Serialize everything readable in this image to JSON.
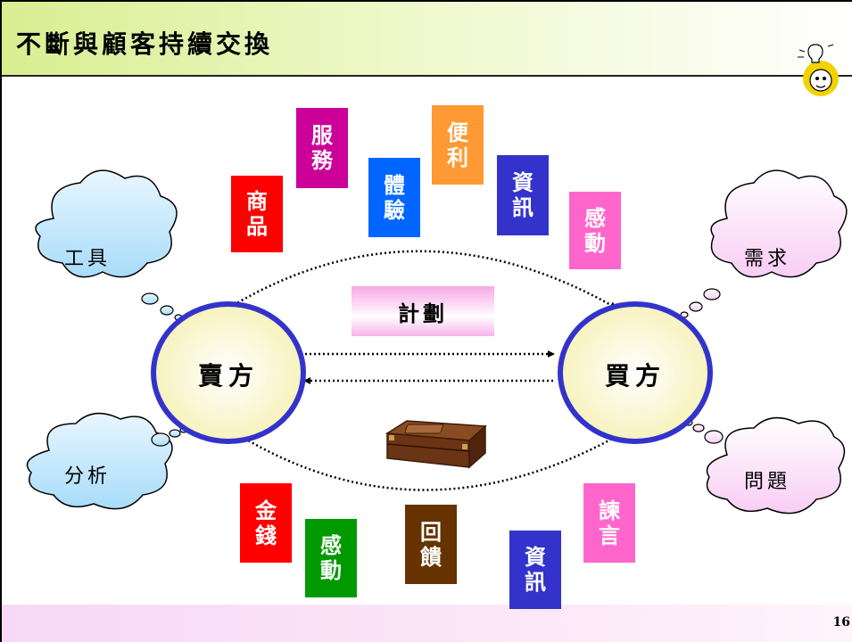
{
  "slide": {
    "title": "不斷與顧客持續交換",
    "page_number": "16"
  },
  "center": {
    "seller": "賣方",
    "buyer": "買方",
    "plan": "計劃"
  },
  "clouds": {
    "tools": "工具",
    "analysis": "分析",
    "needs": "需求",
    "problems": "問題"
  },
  "top_boxes": [
    {
      "text": "商品",
      "color": "#ff0000"
    },
    {
      "text": "服務",
      "color": "#cc0099"
    },
    {
      "text": "體驗",
      "color": "#0066ff"
    },
    {
      "text": "便利",
      "color": "#ff9933"
    },
    {
      "text": "資訊",
      "color": "#3333cc"
    },
    {
      "text": "感動",
      "color": "#ff66cc"
    }
  ],
  "bottom_boxes": [
    {
      "text": "金錢",
      "color": "#ff0000"
    },
    {
      "text": "感動",
      "color": "#009900"
    },
    {
      "text": "回饋",
      "color": "#663300"
    },
    {
      "text": "資訊",
      "color": "#3333cc"
    },
    {
      "text": "諫言",
      "color": "#ff66cc"
    }
  ],
  "icons": {
    "bulb": "thinking-lightbulb-icon",
    "chest": "treasure-chest-icon"
  }
}
